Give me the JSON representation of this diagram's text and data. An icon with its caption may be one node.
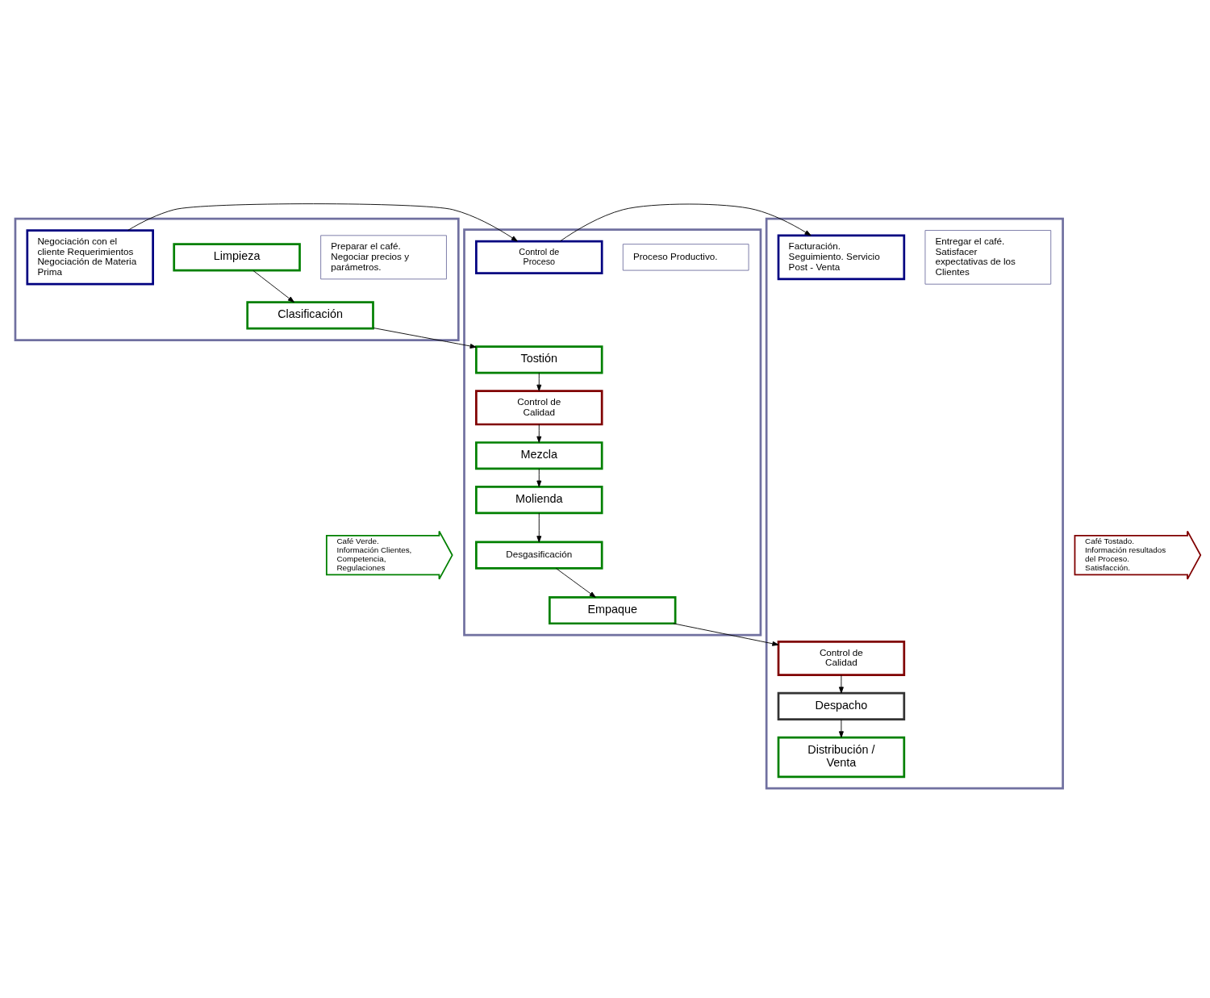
{
  "diagram": {
    "nodes": [
      {
        "text": [],
        "shape": "box"
      },
      {
        "text": [],
        "shape": "box"
      },
      {
        "text": [],
        "shape": "box"
      },
      {
        "text": [
          "Preparar el café. Negociar precios y parámetros."
        ],
        "in": 0
      },
      {
        "text": [
          "Limpieza"
        ],
        "in": 0
      },
      {
        "text": [
          "Clasificación"
        ],
        "in": 0
      },
      {
        "text": [
          "Negociación con el cliente Requerimientos Negociación de Materia Prima"
        ],
        "in": 0
      },
      {
        "text": [
          "Proceso Productivo."
        ],
        "in": 1
      },
      {
        "text": [
          "Tostión"
        ],
        "in": 1
      },
      {
        "text": [
          "Control de Calidad"
        ],
        "in": 1
      },
      {
        "text": [
          "Mezcla"
        ],
        "in": 1
      },
      {
        "text": [
          "Molienda"
        ],
        "in": 1
      },
      {
        "text": [
          "Desgasificación"
        ],
        "in": 1
      },
      {
        "text": [
          "Empaque"
        ],
        "in": 1
      },
      {
        "text": [
          "Control de Proceso"
        ],
        "in": 1
      },
      {
        "text": [
          "Entregar el café. Satisfacer expectativas de los Clientes"
        ],
        "in": 2
      },
      {
        "text": [
          "Control de Calidad"
        ],
        "in": 2
      },
      {
        "text": [
          "Despacho"
        ],
        "in": 2
      },
      {
        "text": [
          "Distribución / Venta"
        ],
        "in": 2
      },
      {
        "text": [
          "Facturación. Seguimiento. Servicio Post - Venta"
        ],
        "in": 2
      },
      {
        "text": [
          "Café Verde. Información Clientes, Competencia, Regulaciones"
        ]
      },
      {
        "text": [
          "Café Tostado. Información resultados del Proceso. Satisfacción."
        ]
      }
    ],
    "edges": [
      {
        "from": 4,
        "to": 5,
        "arrow": "to"
      },
      {
        "from": 5,
        "to": 8,
        "arrow": "to"
      },
      {
        "from": 8,
        "to": 9,
        "arrow": "to"
      },
      {
        "from": 9,
        "to": 10,
        "arrow": "to"
      },
      {
        "from": 10,
        "to": 11,
        "arrow": "to"
      },
      {
        "from": 11,
        "to": 12,
        "arrow": "to"
      },
      {
        "from": 12,
        "to": 13,
        "arrow": "to"
      },
      {
        "from": 13,
        "to": 16,
        "arrow": "to"
      },
      {
        "from": 16,
        "to": 17,
        "arrow": "to"
      },
      {
        "from": 17,
        "to": 18,
        "arrow": "to"
      },
      {
        "from": 6,
        "to": 14,
        "arrow": "to"
      },
      {
        "from": 14,
        "to": 19,
        "arrow": "to"
      }
    ]
  }
}
